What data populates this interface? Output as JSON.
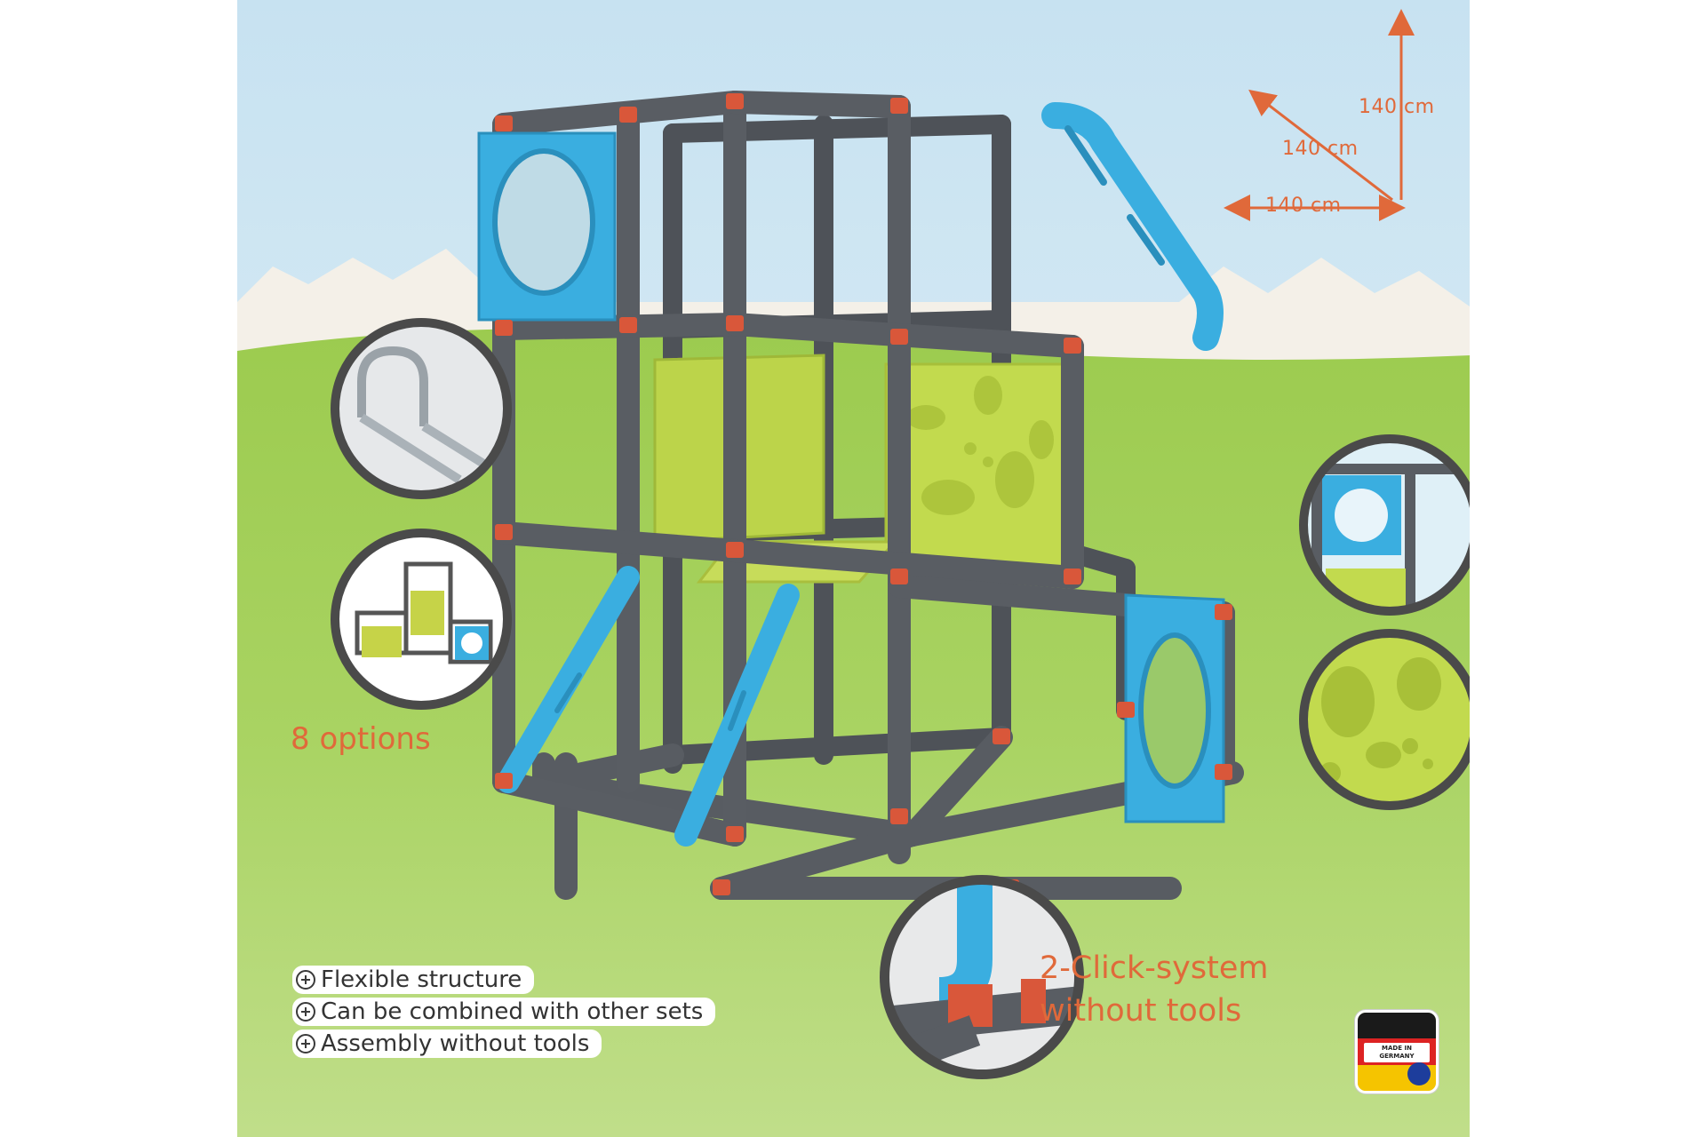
{
  "labels": {
    "height": "140 cm",
    "depth": "140 cm",
    "width": "140 cm",
    "options": "8 options",
    "click_line1": "2-Click-system",
    "click_line2": "without tools",
    "badge": "MADE IN GERMANY"
  },
  "features": [
    "Flexible structure",
    "Can be combined with other sets",
    "Assembly without tools"
  ],
  "colors": {
    "sky": "#cde6f2",
    "grass": "#a7cf5c",
    "frame": "#595d63",
    "connector": "#d9573a",
    "panel_blue": "#3aaee0",
    "panel_green": "#bfd74a",
    "label_orange": "#e0693a",
    "flag_black": "#1a1a1a",
    "flag_red": "#dd2323",
    "flag_gold": "#f5c400"
  },
  "icons": [
    "plus-circle-icon",
    "dimension-arrow-icon",
    "germany-flag-icon",
    "eu-stars-icon"
  ]
}
